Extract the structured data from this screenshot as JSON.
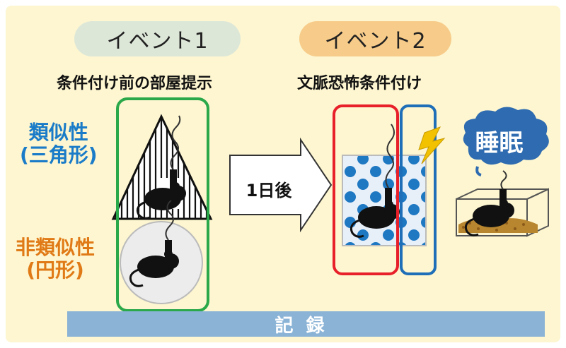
{
  "events": {
    "event1": {
      "label": "イベント1",
      "description": "条件付け前の部屋提示"
    },
    "event2": {
      "label": "イベント2",
      "description": "文脈恐怖条件付け"
    }
  },
  "conditions": {
    "similar": {
      "line1": "類似性",
      "line2": "(三角形)"
    },
    "dissimilar": {
      "line1": "非類似性",
      "line2": "(円形)"
    }
  },
  "arrow_label": "1日後",
  "sleep_label": "睡眠",
  "record_label": "記録",
  "colors": {
    "background": "#fdf6d0",
    "similar_text": "#1a7bc8",
    "dissimilar_text": "#e07a16",
    "green_frame": "#2aa84a",
    "red_frame": "#e8202a",
    "blue_frame": "#1f6fb8",
    "dots": "#1e78c2",
    "cloud": "#2e6bb0",
    "record_bar": "#8ab3d6",
    "lightning": "#f2c200"
  },
  "icons": [
    "mouse-icon",
    "lightning-icon",
    "cloud-icon",
    "right-arrow-icon"
  ]
}
